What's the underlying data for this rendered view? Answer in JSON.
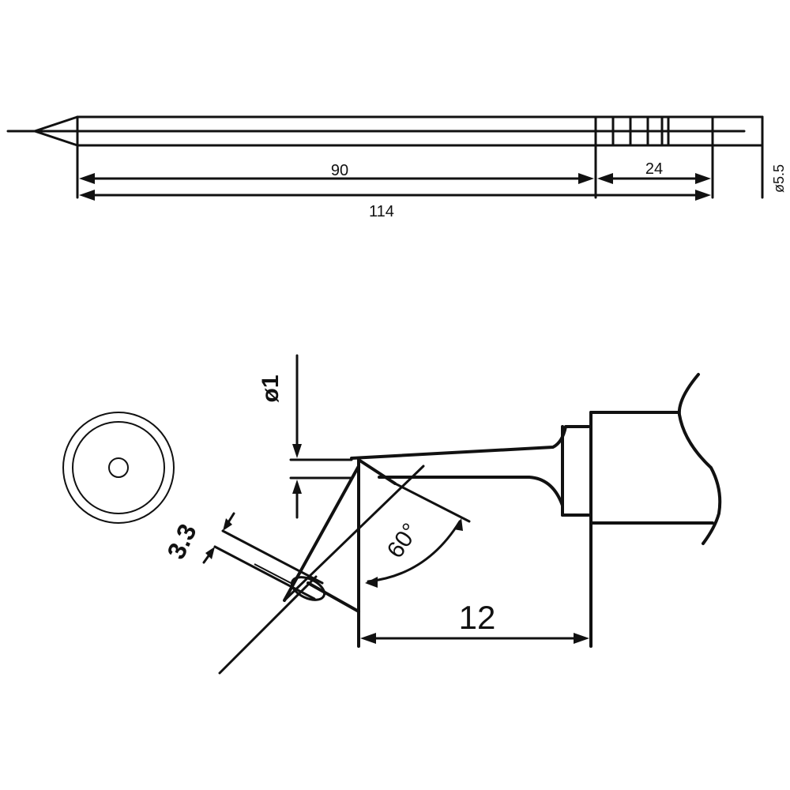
{
  "top_view": {
    "label": "Soldering tip side view",
    "dim_overall": "114",
    "dim_shaft": "90",
    "dim_sleeve": "24",
    "dim_diameter": "ø5.5"
  },
  "detail_view": {
    "label": "Tip detail view",
    "dim_tip_diameter": "ø1",
    "dim_bevel": "3.3",
    "dim_angle": "60°",
    "dim_length": "12"
  },
  "end_view": {
    "label": "Tip end view (concentric circles)"
  },
  "colors": {
    "line": "#111111",
    "background": "#ffffff"
  }
}
